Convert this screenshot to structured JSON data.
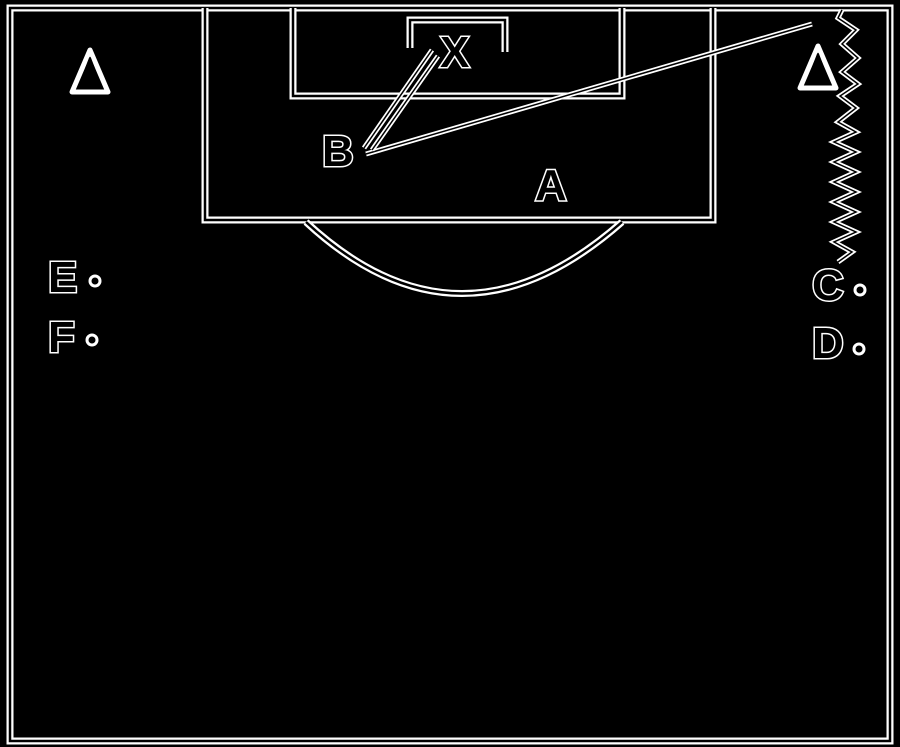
{
  "players": {
    "a": "A",
    "b": "B",
    "c": "C",
    "d": "D",
    "e": "E",
    "f": "F",
    "x": "X"
  },
  "icons": {
    "cone": "triangle-cone-icon",
    "player_dot": "player-dot-icon"
  },
  "colors": {
    "background": "#000000",
    "lines": "#ffffff",
    "labels": "#000000",
    "label_outline": "#ffffff"
  }
}
